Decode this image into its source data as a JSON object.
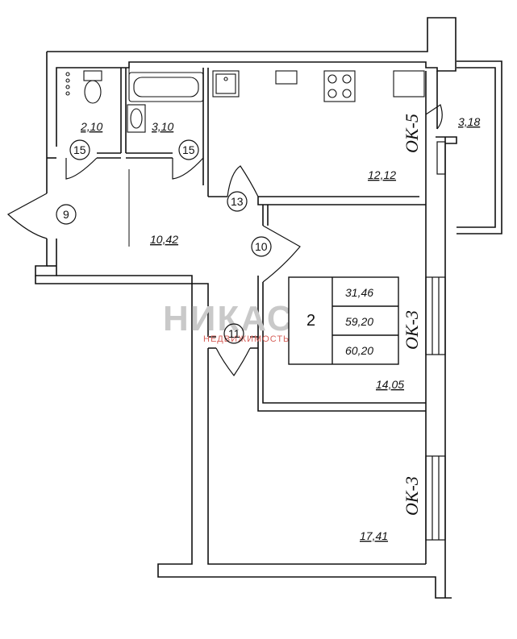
{
  "rooms": {
    "toilet_area": "2,10",
    "bath_area": "3,10",
    "kitchen_area": "12,12",
    "balcony_area": "3,18",
    "hall_area": "10,42",
    "bedroom_area": "14,05",
    "living_area": "17,41"
  },
  "doors": {
    "toilet": "15",
    "bath": "15",
    "entrance": "9",
    "kitchen": "13",
    "hall": "10",
    "room": "11"
  },
  "windows": {
    "kitchen": "ОК-5",
    "bedroom": "ОК-3",
    "living": "ОК-3"
  },
  "summary": {
    "rooms_count": "2",
    "living_area": "31,46",
    "total_area": "59,20",
    "total_with_balcony": "60,20"
  },
  "watermark": {
    "title": "НИКАС",
    "subtitle": "НЕДВИЖИМОСТЬ",
    "accent_color": "#d6605a"
  },
  "colors": {
    "wall": "#111111",
    "background": "#ffffff"
  }
}
